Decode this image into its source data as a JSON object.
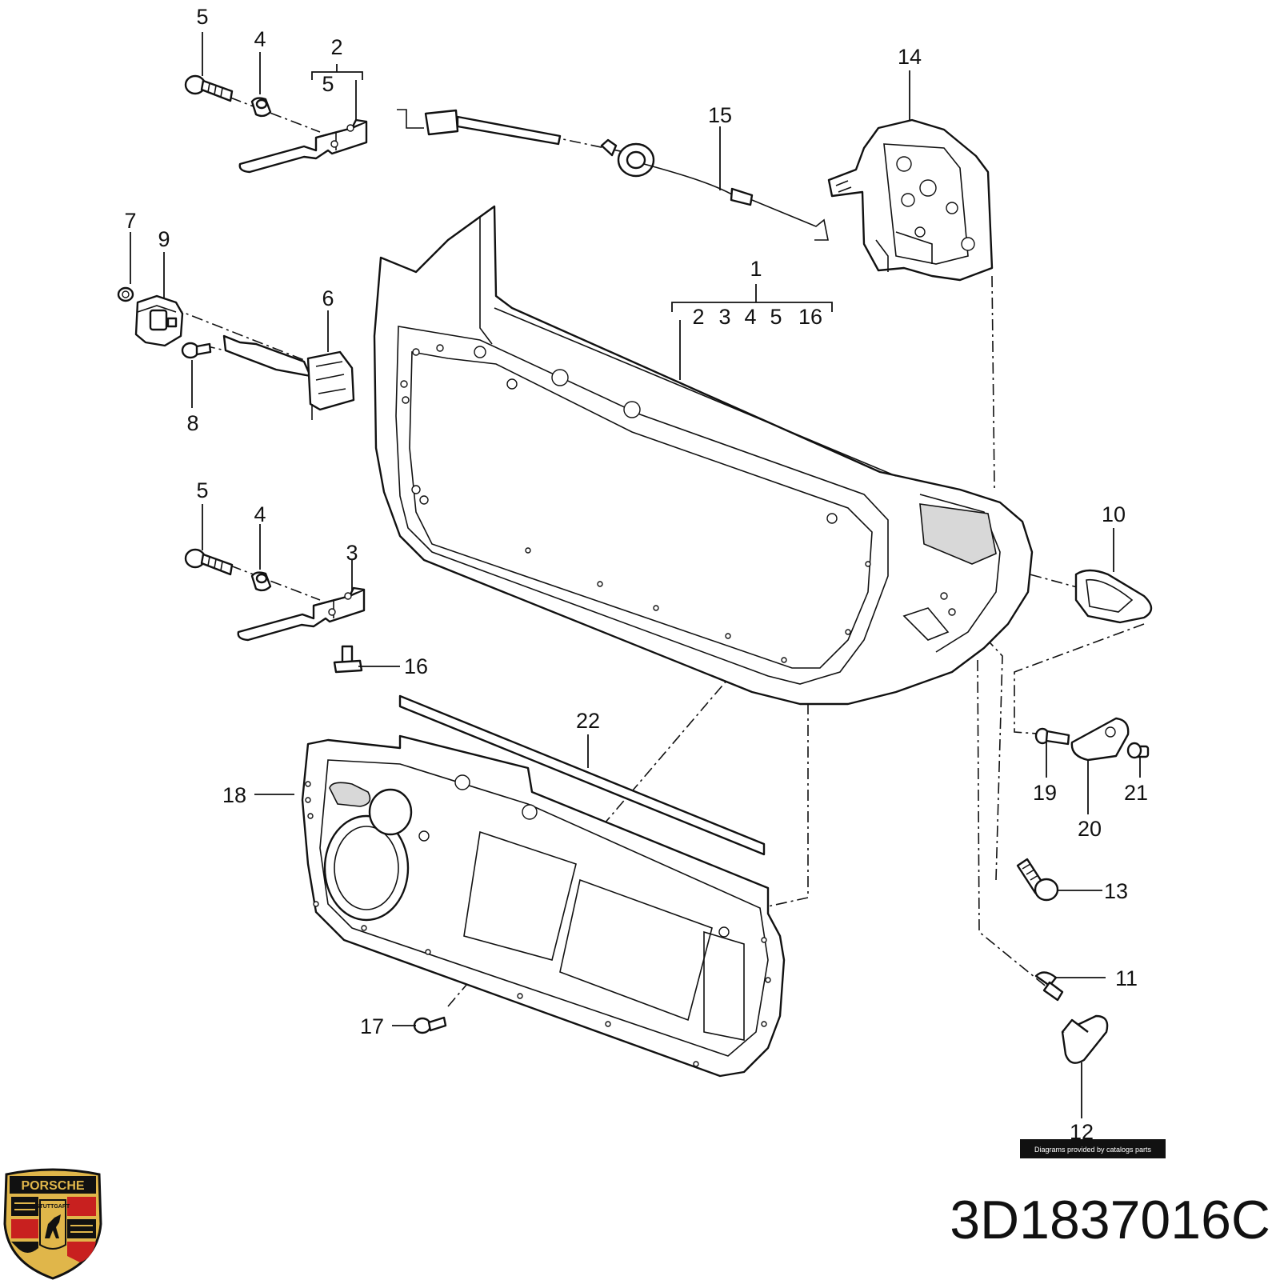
{
  "callouts": {
    "c5a": "5",
    "c4a": "4",
    "c2": "2",
    "c2_sub": "5",
    "c14": "14",
    "c15": "15",
    "c7": "7",
    "c9": "9",
    "c6": "6",
    "c8": "8",
    "c1": "1",
    "c1_sub_2": "2",
    "c1_sub_3": "3",
    "c1_sub_4": "4",
    "c1_sub_5": "5",
    "c1_sub_16": "16",
    "c5b": "5",
    "c4b": "4",
    "c3": "3",
    "c16": "16",
    "c10": "10",
    "c22": "22",
    "c18": "18",
    "c19": "19",
    "c20": "20",
    "c21": "21",
    "c13": "13",
    "c11": "11",
    "c17": "17",
    "c12": "12"
  },
  "credit": "Diagrams provided by catalogs parts",
  "part_number": "3D1837016C",
  "logo": {
    "brand": "PORSCHE",
    "city": "STUTTGART",
    "colors": {
      "gold": "#e0b64a",
      "red": "#c8201f",
      "black": "#111111"
    }
  }
}
